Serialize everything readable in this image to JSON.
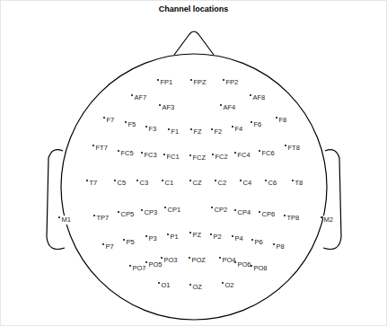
{
  "diagram": {
    "title": "Channel locations",
    "labels": [
      "FP1",
      "FPZ",
      "FP2",
      "AF7",
      "AF8",
      "AF3",
      "AF4",
      "F7",
      "F8",
      "F5",
      "F6",
      "F3",
      "F4",
      "F1",
      "FZ",
      "F2",
      "FT7",
      "FC5",
      "FC3",
      "FC1",
      "FCZ",
      "FC2",
      "FC4",
      "FC6",
      "FT8",
      "T7",
      "C5",
      "C3",
      "C1",
      "CZ",
      "C2",
      "C4",
      "C6",
      "T8",
      "M1",
      "M2",
      "TP7",
      "CP5",
      "CP3",
      "CP1",
      "CP2",
      "CP4",
      "CP6",
      "TP8",
      "P7",
      "P5",
      "P3",
      "P1",
      "PZ",
      "P2",
      "P4",
      "P6",
      "P8",
      "PO7",
      "PO5",
      "PO3",
      "POZ",
      "PO4",
      "PO6",
      "PO8",
      "O1",
      "OZ",
      "O2"
    ]
  }
}
